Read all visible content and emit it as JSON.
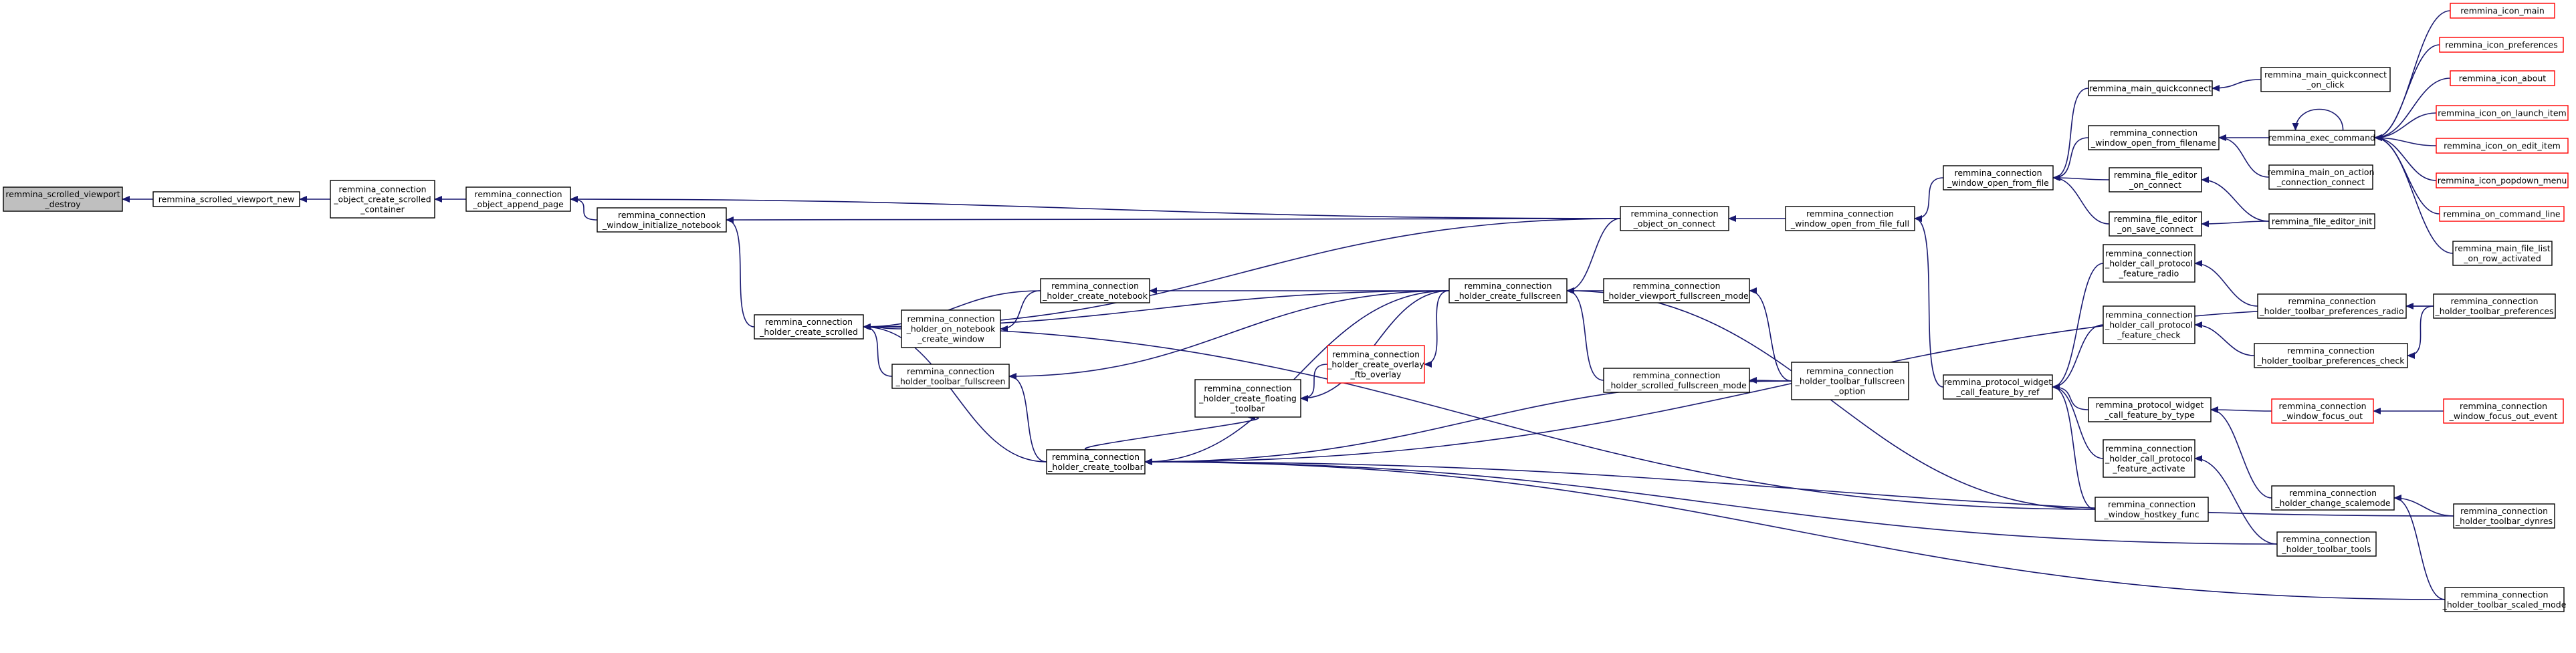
{
  "colors": {
    "edge": "#191970",
    "border": "#000000",
    "highlight_fill": "#bfbfbf",
    "red_border": "#ff0000"
  },
  "nodes": [
    {
      "id": "scrolled_viewport_destroy",
      "lines": [
        "remmina_scrolled_viewport",
        "_destroy"
      ],
      "highlight": true
    },
    {
      "id": "scrolled_viewport_new",
      "lines": [
        "remmina_scrolled_viewport_new"
      ]
    },
    {
      "id": "create_scrolled_container",
      "lines": [
        "remmina_connection",
        "_object_create_scrolled",
        "_container"
      ]
    },
    {
      "id": "append_page",
      "lines": [
        "remmina_connection",
        "_object_append_page"
      ]
    },
    {
      "id": "init_notebook",
      "lines": [
        "remmina_connection",
        "_window_initialize_notebook"
      ]
    },
    {
      "id": "hcreate_scrolled",
      "lines": [
        "remmina_connection",
        "_holder_create_scrolled"
      ]
    },
    {
      "id": "on_notebook_create_window",
      "lines": [
        "remmina_connection",
        "_holder_on_notebook",
        "_create_window"
      ]
    },
    {
      "id": "hcreate_notebook",
      "lines": [
        "remmina_connection",
        "_holder_create_notebook"
      ]
    },
    {
      "id": "toolbar_fullscreen",
      "lines": [
        "remmina_connection",
        "_holder_toolbar_fullscreen"
      ]
    },
    {
      "id": "create_floating_toolbar",
      "lines": [
        "remmina_connection",
        "_holder_create_floating",
        "_toolbar"
      ]
    },
    {
      "id": "create_toolbar",
      "lines": [
        "remmina_connection",
        "_holder_create_toolbar"
      ]
    },
    {
      "id": "create_overlay_ftb",
      "lines": [
        "remmina_connection",
        "_holder_create_overlay",
        "_ftb_overlay"
      ],
      "red": true
    },
    {
      "id": "create_fullscreen",
      "lines": [
        "remmina_connection",
        "_holder_create_fullscreen"
      ]
    },
    {
      "id": "viewport_fullscreen_mode",
      "lines": [
        "remmina_connection",
        "_holder_viewport_fullscreen_mode"
      ]
    },
    {
      "id": "scrolled_fullscreen_mode",
      "lines": [
        "remmina_connection",
        "_holder_scrolled_fullscreen_mode"
      ]
    },
    {
      "id": "toolbar_fullscreen_option",
      "lines": [
        "remmina_connection",
        "_holder_toolbar_fullscreen",
        "_option"
      ]
    },
    {
      "id": "object_on_connect",
      "lines": [
        "remmina_connection",
        "_object_on_connect"
      ]
    },
    {
      "id": "window_open_from_file_full",
      "lines": [
        "remmina_connection",
        "_window_open_from_file_full"
      ]
    },
    {
      "id": "window_open_from_file",
      "lines": [
        "remmina_connection",
        "_window_open_from_file"
      ]
    },
    {
      "id": "main_quickconnect",
      "lines": [
        "remmina_main_quickconnect"
      ]
    },
    {
      "id": "main_quickconnect_on_click",
      "lines": [
        "remmina_main_quickconnect",
        "_on_click"
      ]
    },
    {
      "id": "window_open_from_filename",
      "lines": [
        "remmina_connection",
        "_window_open_from_filename"
      ]
    },
    {
      "id": "file_editor_on_connect",
      "lines": [
        "remmina_file_editor",
        "_on_connect"
      ]
    },
    {
      "id": "file_editor_on_save_connect",
      "lines": [
        "remmina_file_editor",
        "_on_save_connect"
      ]
    },
    {
      "id": "exec_command",
      "lines": [
        "remmina_exec_command"
      ]
    },
    {
      "id": "main_on_action_connection_connect",
      "lines": [
        "remmina_main_on_action",
        "_connection_connect"
      ]
    },
    {
      "id": "file_editor_init",
      "lines": [
        "remmina_file_editor_init"
      ]
    },
    {
      "id": "icon_main",
      "lines": [
        "remmina_icon_main"
      ],
      "red": true
    },
    {
      "id": "icon_preferences",
      "lines": [
        "remmina_icon_preferences"
      ],
      "red": true
    },
    {
      "id": "icon_about",
      "lines": [
        "remmina_icon_about"
      ],
      "red": true
    },
    {
      "id": "icon_on_launch_item",
      "lines": [
        "remmina_icon_on_launch_item"
      ],
      "red": true
    },
    {
      "id": "icon_on_edit_item",
      "lines": [
        "remmina_icon_on_edit_item"
      ],
      "red": true
    },
    {
      "id": "icon_popdown_menu",
      "lines": [
        "remmina_icon_popdown_menu"
      ],
      "red": true
    },
    {
      "id": "on_command_line",
      "lines": [
        "remmina_on_command_line"
      ],
      "red": true
    },
    {
      "id": "main_file_list_on_row_activated",
      "lines": [
        "remmina_main_file_list",
        "_on_row_activated"
      ]
    },
    {
      "id": "protocol_widget_call_feature_by_ref",
      "lines": [
        "remmina_protocol_widget",
        "_call_feature_by_ref"
      ]
    },
    {
      "id": "call_protocol_feature_radio",
      "lines": [
        "remmina_connection",
        "_holder_call_protocol",
        "_feature_radio"
      ]
    },
    {
      "id": "call_protocol_feature_check",
      "lines": [
        "remmina_connection",
        "_holder_call_protocol",
        "_feature_check"
      ]
    },
    {
      "id": "protocol_widget_call_feature_by_type",
      "lines": [
        "remmina_protocol_widget",
        "_call_feature_by_type"
      ]
    },
    {
      "id": "call_protocol_feature_activate",
      "lines": [
        "remmina_connection",
        "_holder_call_protocol",
        "_feature_activate"
      ]
    },
    {
      "id": "window_hostkey_func",
      "lines": [
        "remmina_connection",
        "_window_hostkey_func"
      ]
    },
    {
      "id": "toolbar_preferences_radio",
      "lines": [
        "remmina_connection",
        "_holder_toolbar_preferences_radio"
      ]
    },
    {
      "id": "toolbar_preferences_check",
      "lines": [
        "remmina_connection",
        "_holder_toolbar_preferences_check"
      ]
    },
    {
      "id": "toolbar_preferences",
      "lines": [
        "remmina_connection",
        "_holder_toolbar_preferences"
      ]
    },
    {
      "id": "window_focus_out",
      "lines": [
        "remmina_connection",
        "_window_focus_out"
      ],
      "red": true
    },
    {
      "id": "window_focus_out_event",
      "lines": [
        "remmina_connection",
        "_window_focus_out_event"
      ],
      "red": true
    },
    {
      "id": "change_scalemode",
      "lines": [
        "remmina_connection",
        "_holder_change_scalemode"
      ]
    },
    {
      "id": "toolbar_tools",
      "lines": [
        "remmina_connection",
        "_holder_toolbar_tools"
      ]
    },
    {
      "id": "toolbar_dynres",
      "lines": [
        "remmina_connection",
        "_holder_toolbar_dynres"
      ]
    },
    {
      "id": "toolbar_scaled_mode",
      "lines": [
        "remmina_connection",
        "_holder_toolbar_scaled_mode"
      ]
    }
  ],
  "edges": [
    [
      "scrolled_viewport_new",
      "scrolled_viewport_destroy"
    ],
    [
      "create_scrolled_container",
      "scrolled_viewport_new"
    ],
    [
      "append_page",
      "create_scrolled_container"
    ],
    [
      "object_on_connect",
      "append_page"
    ],
    [
      "init_notebook",
      "append_page"
    ],
    [
      "object_on_connect",
      "init_notebook"
    ],
    [
      "hcreate_scrolled",
      "init_notebook"
    ],
    [
      "object_on_connect",
      "hcreate_scrolled"
    ],
    [
      "create_fullscreen",
      "hcreate_scrolled"
    ],
    [
      "hcreate_notebook",
      "hcreate_scrolled"
    ],
    [
      "on_notebook_create_window",
      "hcreate_scrolled"
    ],
    [
      "toolbar_fullscreen",
      "hcreate_scrolled"
    ],
    [
      "create_toolbar",
      "hcreate_scrolled"
    ],
    [
      "window_hostkey_func",
      "hcreate_scrolled"
    ],
    [
      "hcreate_notebook",
      "on_notebook_create_window"
    ],
    [
      "create_fullscreen",
      "hcreate_notebook"
    ],
    [
      "create_fullscreen",
      "toolbar_fullscreen"
    ],
    [
      "create_toolbar",
      "toolbar_fullscreen"
    ],
    [
      "create_toolbar",
      "create_floating_toolbar"
    ],
    [
      "create_overlay_ftb",
      "create_floating_toolbar"
    ],
    [
      "create_fullscreen",
      "create_floating_toolbar"
    ],
    [
      "create_fullscreen",
      "create_overlay_ftb"
    ],
    [
      "create_fullscreen",
      "create_toolbar"
    ],
    [
      "toolbar_fullscreen_option",
      "create_toolbar"
    ],
    [
      "toolbar_preferences",
      "create_toolbar"
    ],
    [
      "toolbar_tools",
      "create_toolbar"
    ],
    [
      "toolbar_dynres",
      "create_toolbar"
    ],
    [
      "toolbar_scaled_mode",
      "create_toolbar"
    ],
    [
      "object_on_connect",
      "create_fullscreen"
    ],
    [
      "viewport_fullscreen_mode",
      "create_fullscreen"
    ],
    [
      "scrolled_fullscreen_mode",
      "create_fullscreen"
    ],
    [
      "window_hostkey_func",
      "create_fullscreen"
    ],
    [
      "toolbar_fullscreen_option",
      "viewport_fullscreen_mode"
    ],
    [
      "toolbar_fullscreen_option",
      "scrolled_fullscreen_mode"
    ],
    [
      "window_open_from_file_full",
      "object_on_connect"
    ],
    [
      "window_open_from_file",
      "window_open_from_file_full"
    ],
    [
      "main_quickconnect",
      "window_open_from_file"
    ],
    [
      "window_open_from_filename",
      "window_open_from_file"
    ],
    [
      "file_editor_on_connect",
      "window_open_from_file"
    ],
    [
      "file_editor_on_save_connect",
      "window_open_from_file"
    ],
    [
      "main_quickconnect_on_click",
      "main_quickconnect"
    ],
    [
      "exec_command",
      "window_open_from_filename"
    ],
    [
      "main_on_action_connection_connect",
      "window_open_from_filename"
    ],
    [
      "file_editor_init",
      "file_editor_on_connect"
    ],
    [
      "file_editor_init",
      "file_editor_on_save_connect"
    ],
    [
      "exec_command",
      "exec_command"
    ],
    [
      "icon_main",
      "exec_command"
    ],
    [
      "icon_preferences",
      "exec_command"
    ],
    [
      "icon_about",
      "exec_command"
    ],
    [
      "icon_on_launch_item",
      "exec_command"
    ],
    [
      "icon_on_edit_item",
      "exec_command"
    ],
    [
      "icon_popdown_menu",
      "exec_command"
    ],
    [
      "on_command_line",
      "exec_command"
    ],
    [
      "main_file_list_on_row_activated",
      "exec_command"
    ],
    [
      "protocol_widget_call_feature_by_ref",
      "window_open_from_file_full"
    ],
    [
      "call_protocol_feature_radio",
      "protocol_widget_call_feature_by_ref"
    ],
    [
      "call_protocol_feature_check",
      "protocol_widget_call_feature_by_ref"
    ],
    [
      "protocol_widget_call_feature_by_type",
      "protocol_widget_call_feature_by_ref"
    ],
    [
      "call_protocol_feature_activate",
      "protocol_widget_call_feature_by_ref"
    ],
    [
      "window_hostkey_func",
      "protocol_widget_call_feature_by_ref"
    ],
    [
      "toolbar_preferences_radio",
      "call_protocol_feature_radio"
    ],
    [
      "toolbar_preferences_check",
      "call_protocol_feature_check"
    ],
    [
      "toolbar_preferences",
      "toolbar_preferences_radio"
    ],
    [
      "toolbar_preferences",
      "toolbar_preferences_check"
    ],
    [
      "window_focus_out",
      "protocol_widget_call_feature_by_type"
    ],
    [
      "change_scalemode",
      "protocol_widget_call_feature_by_type"
    ],
    [
      "window_focus_out_event",
      "window_focus_out"
    ],
    [
      "toolbar_tools",
      "call_protocol_feature_activate"
    ],
    [
      "toolbar_dynres",
      "change_scalemode"
    ],
    [
      "toolbar_scaled_mode",
      "change_scalemode"
    ]
  ]
}
